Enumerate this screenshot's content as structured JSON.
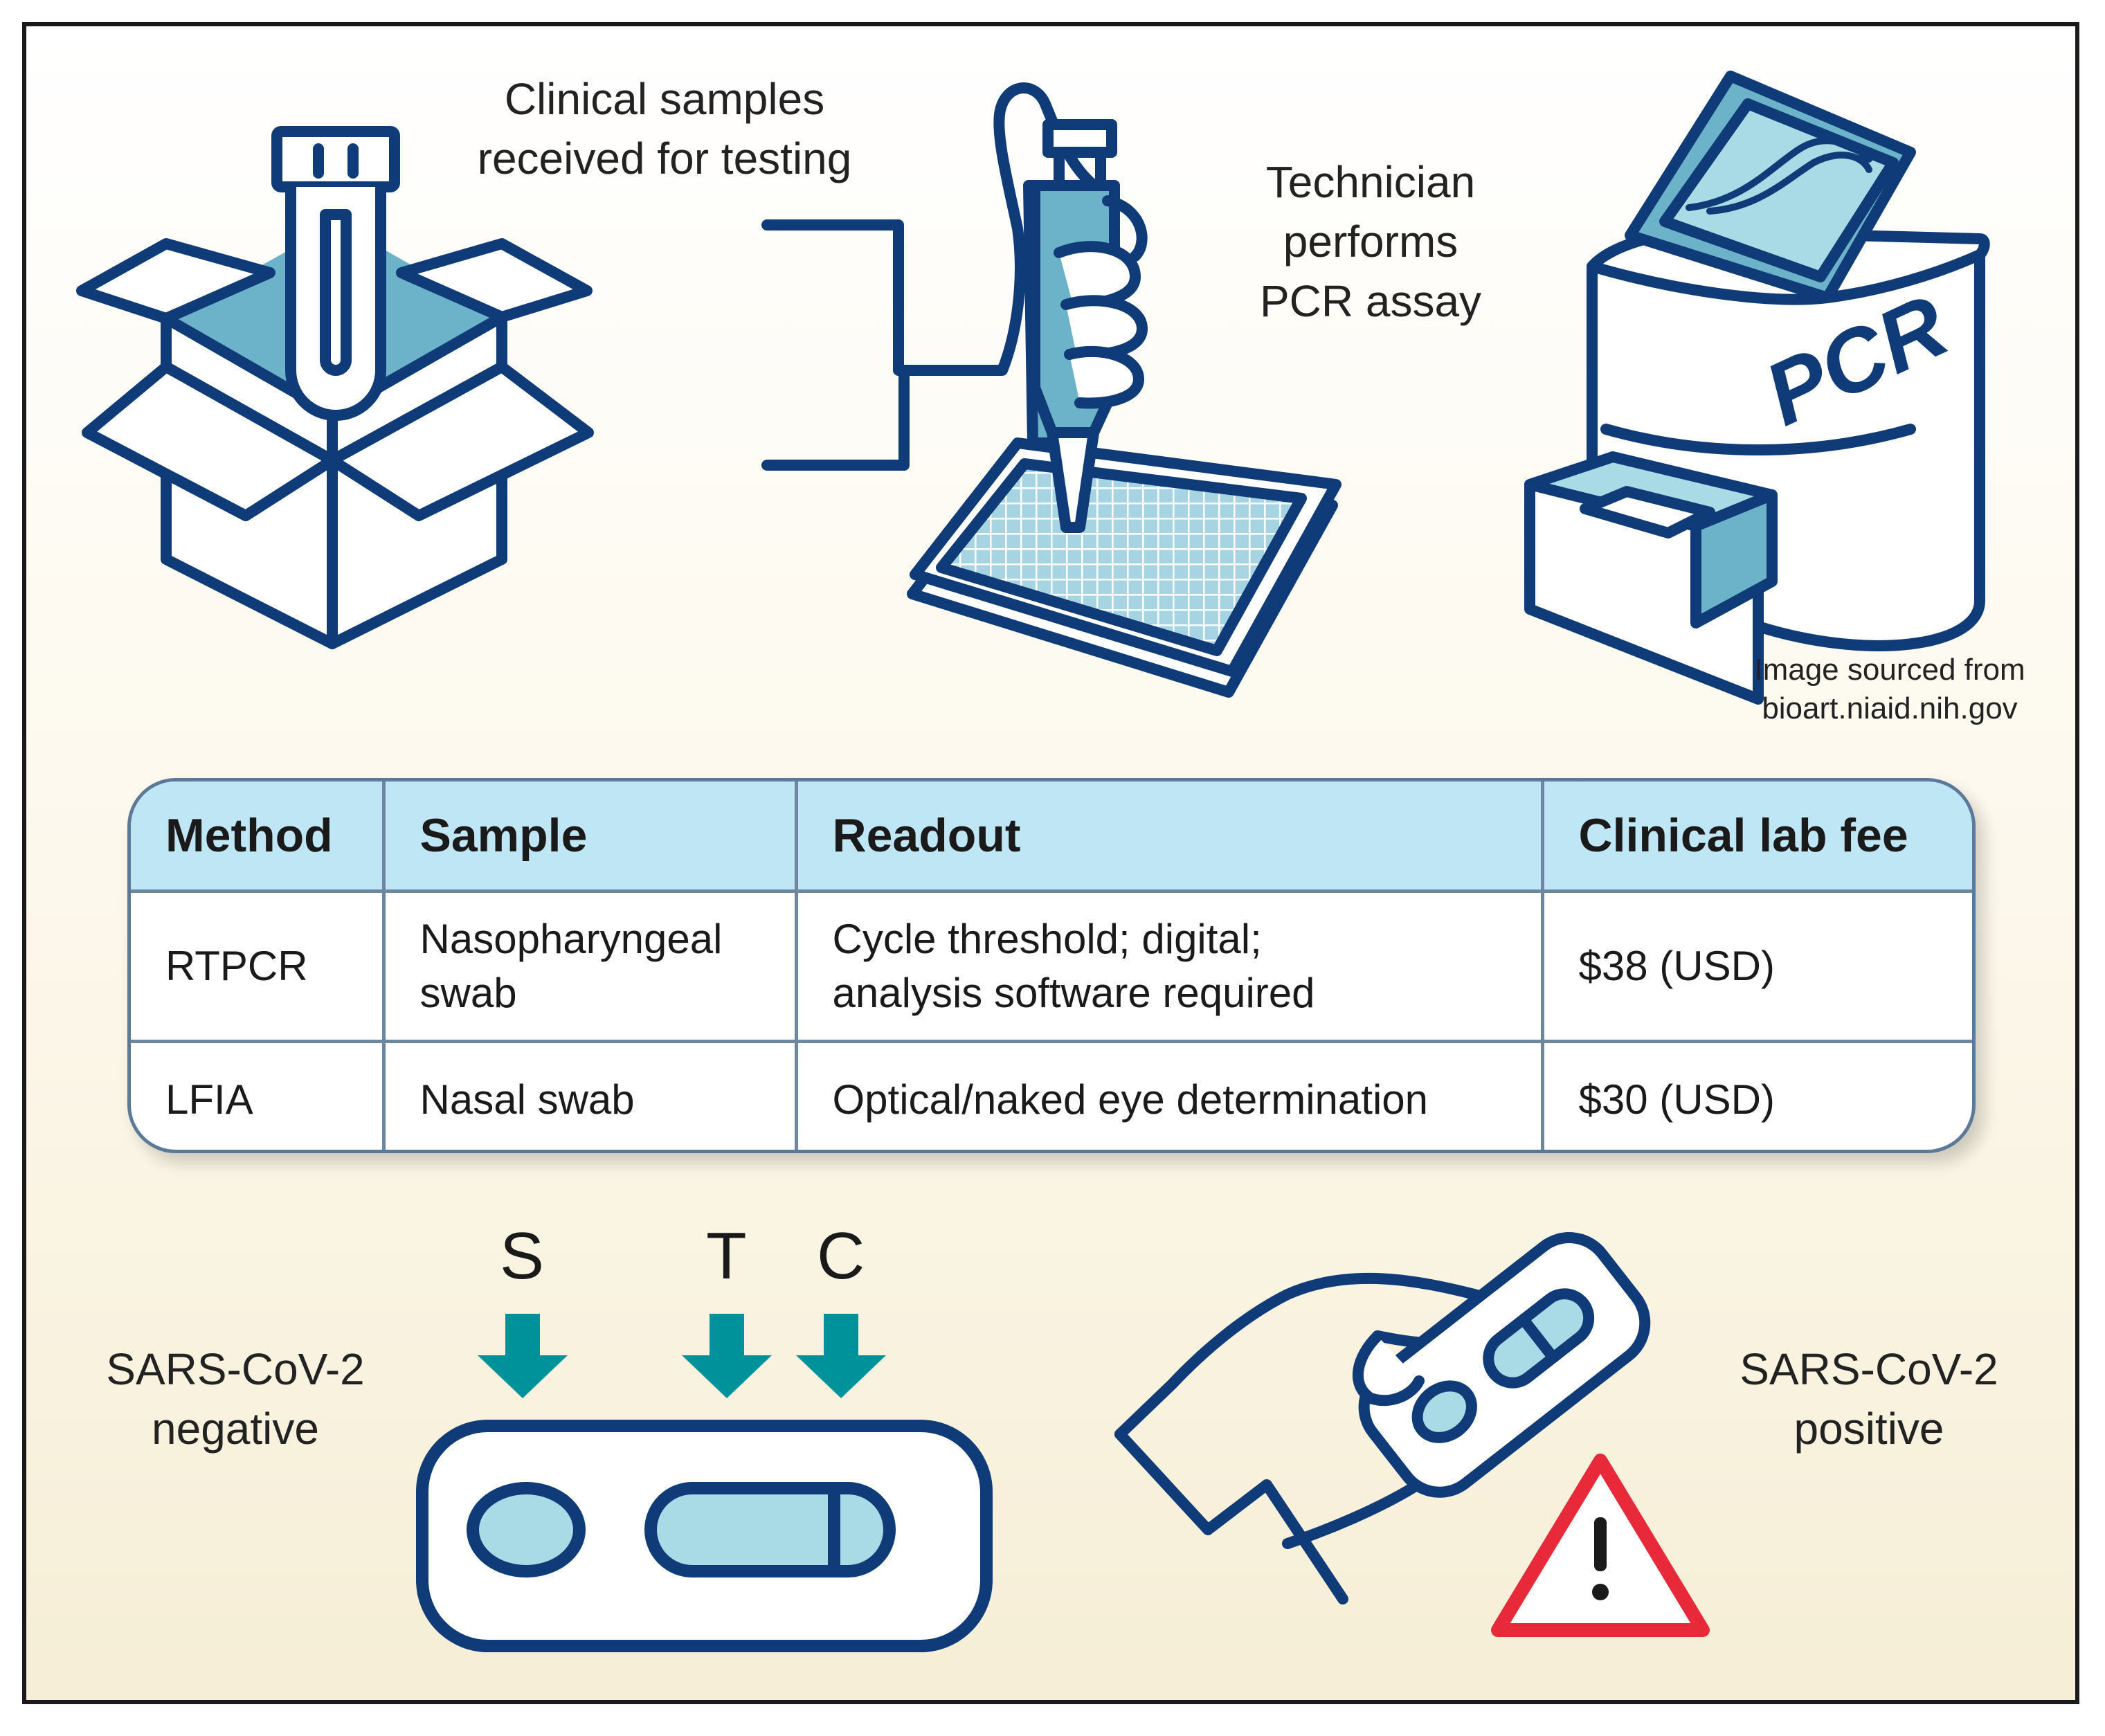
{
  "captions": {
    "samples": "Clinical samples\nreceived for testing",
    "technician": "Technician\nperforms\nPCR assay",
    "credit": "Image sourced from\nbioart.niaid.nih.gov",
    "negative": "SARS-CoV-2\nnegative",
    "positive": "SARS-CoV-2\npositive"
  },
  "machine_label": "PCR",
  "strip_labels": {
    "s": "S",
    "t": "T",
    "c": "C"
  },
  "table": {
    "headers": [
      "Method",
      "Sample",
      "Readout",
      "Clinical lab fee"
    ],
    "rows": [
      [
        "RTPCR",
        "Nasopharyngeal\nswab",
        "Cycle threshold; digital;\nanalysis software required",
        "$38 (USD)"
      ],
      [
        "LFIA",
        "Nasal swab",
        "Optical/naked eye determination",
        "$30 (USD)"
      ]
    ]
  },
  "colors": {
    "outline": "#0f3c78",
    "fill_blue": "#6cb3c9",
    "fill_light": "#a9dbe6",
    "arrow": "#00929a",
    "warning": "#e8293a",
    "header_bg": "#bfe6f4"
  }
}
